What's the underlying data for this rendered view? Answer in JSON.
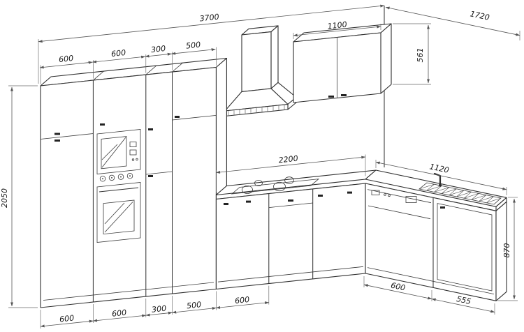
{
  "drawing": {
    "kind": "kitchen-installation-dimension-drawing",
    "units": "mm"
  },
  "dims": {
    "total_run": "3700",
    "right_wall": "1720",
    "wall_cabinet_width": "1100",
    "wall_cabinet_height": "561",
    "tall_height": "2050",
    "worktop_run": "2200",
    "right_worktop_run": "1120",
    "base_height": "870",
    "top_row": [
      "600",
      "600",
      "300",
      "500"
    ],
    "bottom_row": [
      "600",
      "600",
      "300",
      "500",
      "600"
    ],
    "bottom_right_row": [
      "600",
      "555"
    ]
  }
}
